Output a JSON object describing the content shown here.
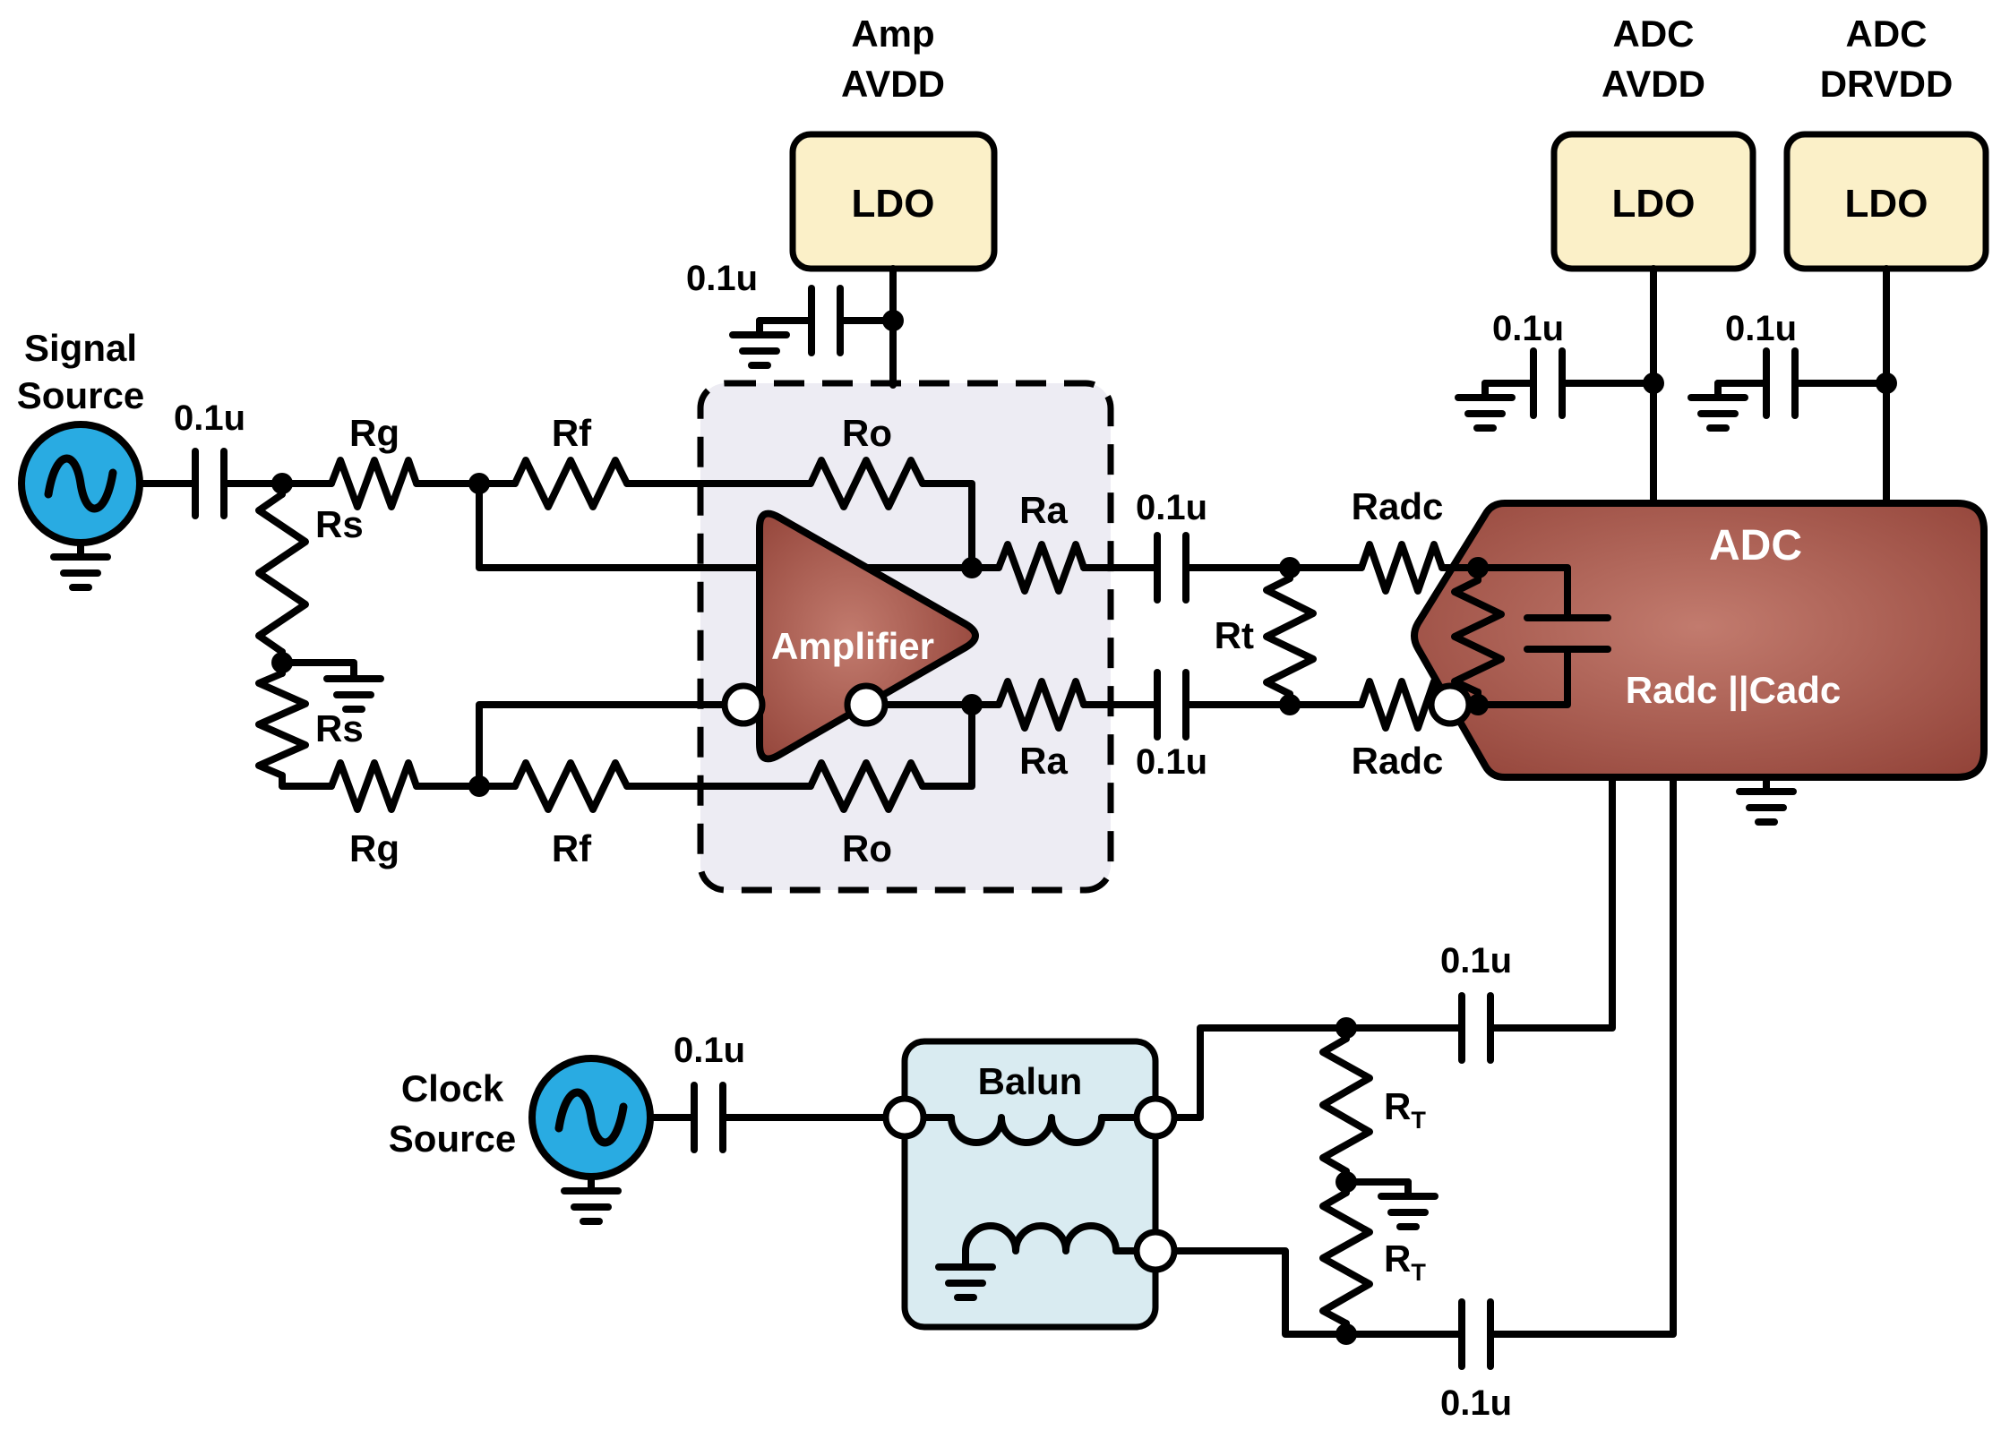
{
  "sources": {
    "signal": {
      "line1": "Signal",
      "line2": "Source"
    },
    "clock": {
      "line1": "Clock",
      "line2": "Source"
    }
  },
  "ldos": {
    "amp": {
      "rail1": "Amp",
      "rail2": "AVDD",
      "label": "LDO"
    },
    "adc_avdd": {
      "rail1": "ADC",
      "rail2": "AVDD",
      "label": "LDO"
    },
    "adc_drvdd": {
      "rail1": "ADC",
      "rail2": "DRVDD",
      "label": "LDO"
    }
  },
  "amplifier": {
    "label": "Amplifier"
  },
  "adc": {
    "label": "ADC",
    "internal_label": "Radc ||Cadc"
  },
  "balun": {
    "label": "Balun"
  },
  "cap_value": "0.1u",
  "resistors": {
    "rg": "Rg",
    "rf": "Rf",
    "rs": "Rs",
    "ro": "Ro",
    "ra": "Ra",
    "rt": "Rt",
    "radc": "Radc",
    "rt_term_main": "R",
    "rt_term_sub": "T"
  },
  "colors": {
    "source_fill": "#29abe2",
    "ldo_fill": "#fbf0c8",
    "amp_region_fill": "#edecf3",
    "balun_fill": "#d9ebf1",
    "block_dark": "#8a392f",
    "block_light": "#c27b6e",
    "wire": "#000000",
    "text_dark": "#000000",
    "text_light": "#ffffff"
  }
}
